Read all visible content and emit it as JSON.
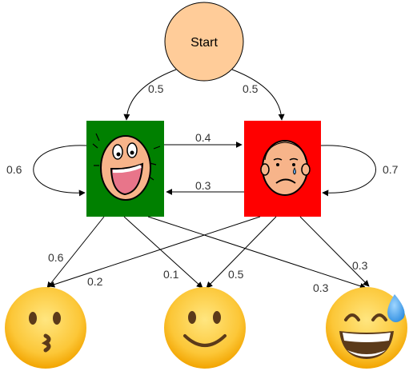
{
  "start_node": {
    "label": "Start"
  },
  "states": [
    {
      "id": "happy",
      "face": "laughing-face-icon",
      "color": "#008000"
    },
    {
      "id": "sad",
      "face": "crying-face-icon",
      "color": "#ff0000"
    }
  ],
  "observations": [
    {
      "id": "kissing",
      "icon": "kissing-face-emoji"
    },
    {
      "id": "smiling",
      "icon": "slightly-smiling-face-emoji"
    },
    {
      "id": "sweat",
      "icon": "grinning-face-with-sweat-emoji"
    }
  ],
  "edge_labels": {
    "start_to_happy": "0.5",
    "start_to_sad": "0.5",
    "happy_to_sad": "0.4",
    "sad_to_happy": "0.3",
    "happy_self": "0.6",
    "sad_self": "0.7",
    "happy_to_kissing": "0.6",
    "happy_to_smiling": "0.1",
    "happy_to_sweat": "0.3",
    "sad_to_kissing": "0.2",
    "sad_to_smiling": "0.5",
    "sad_to_sweat": "0.3"
  },
  "colors": {
    "start_fill": "#ffcc99",
    "happy_box": "#008000",
    "sad_box": "#ff0000",
    "face_skin": "#f7b48a",
    "emoji_yellow": "#fbc02d"
  }
}
